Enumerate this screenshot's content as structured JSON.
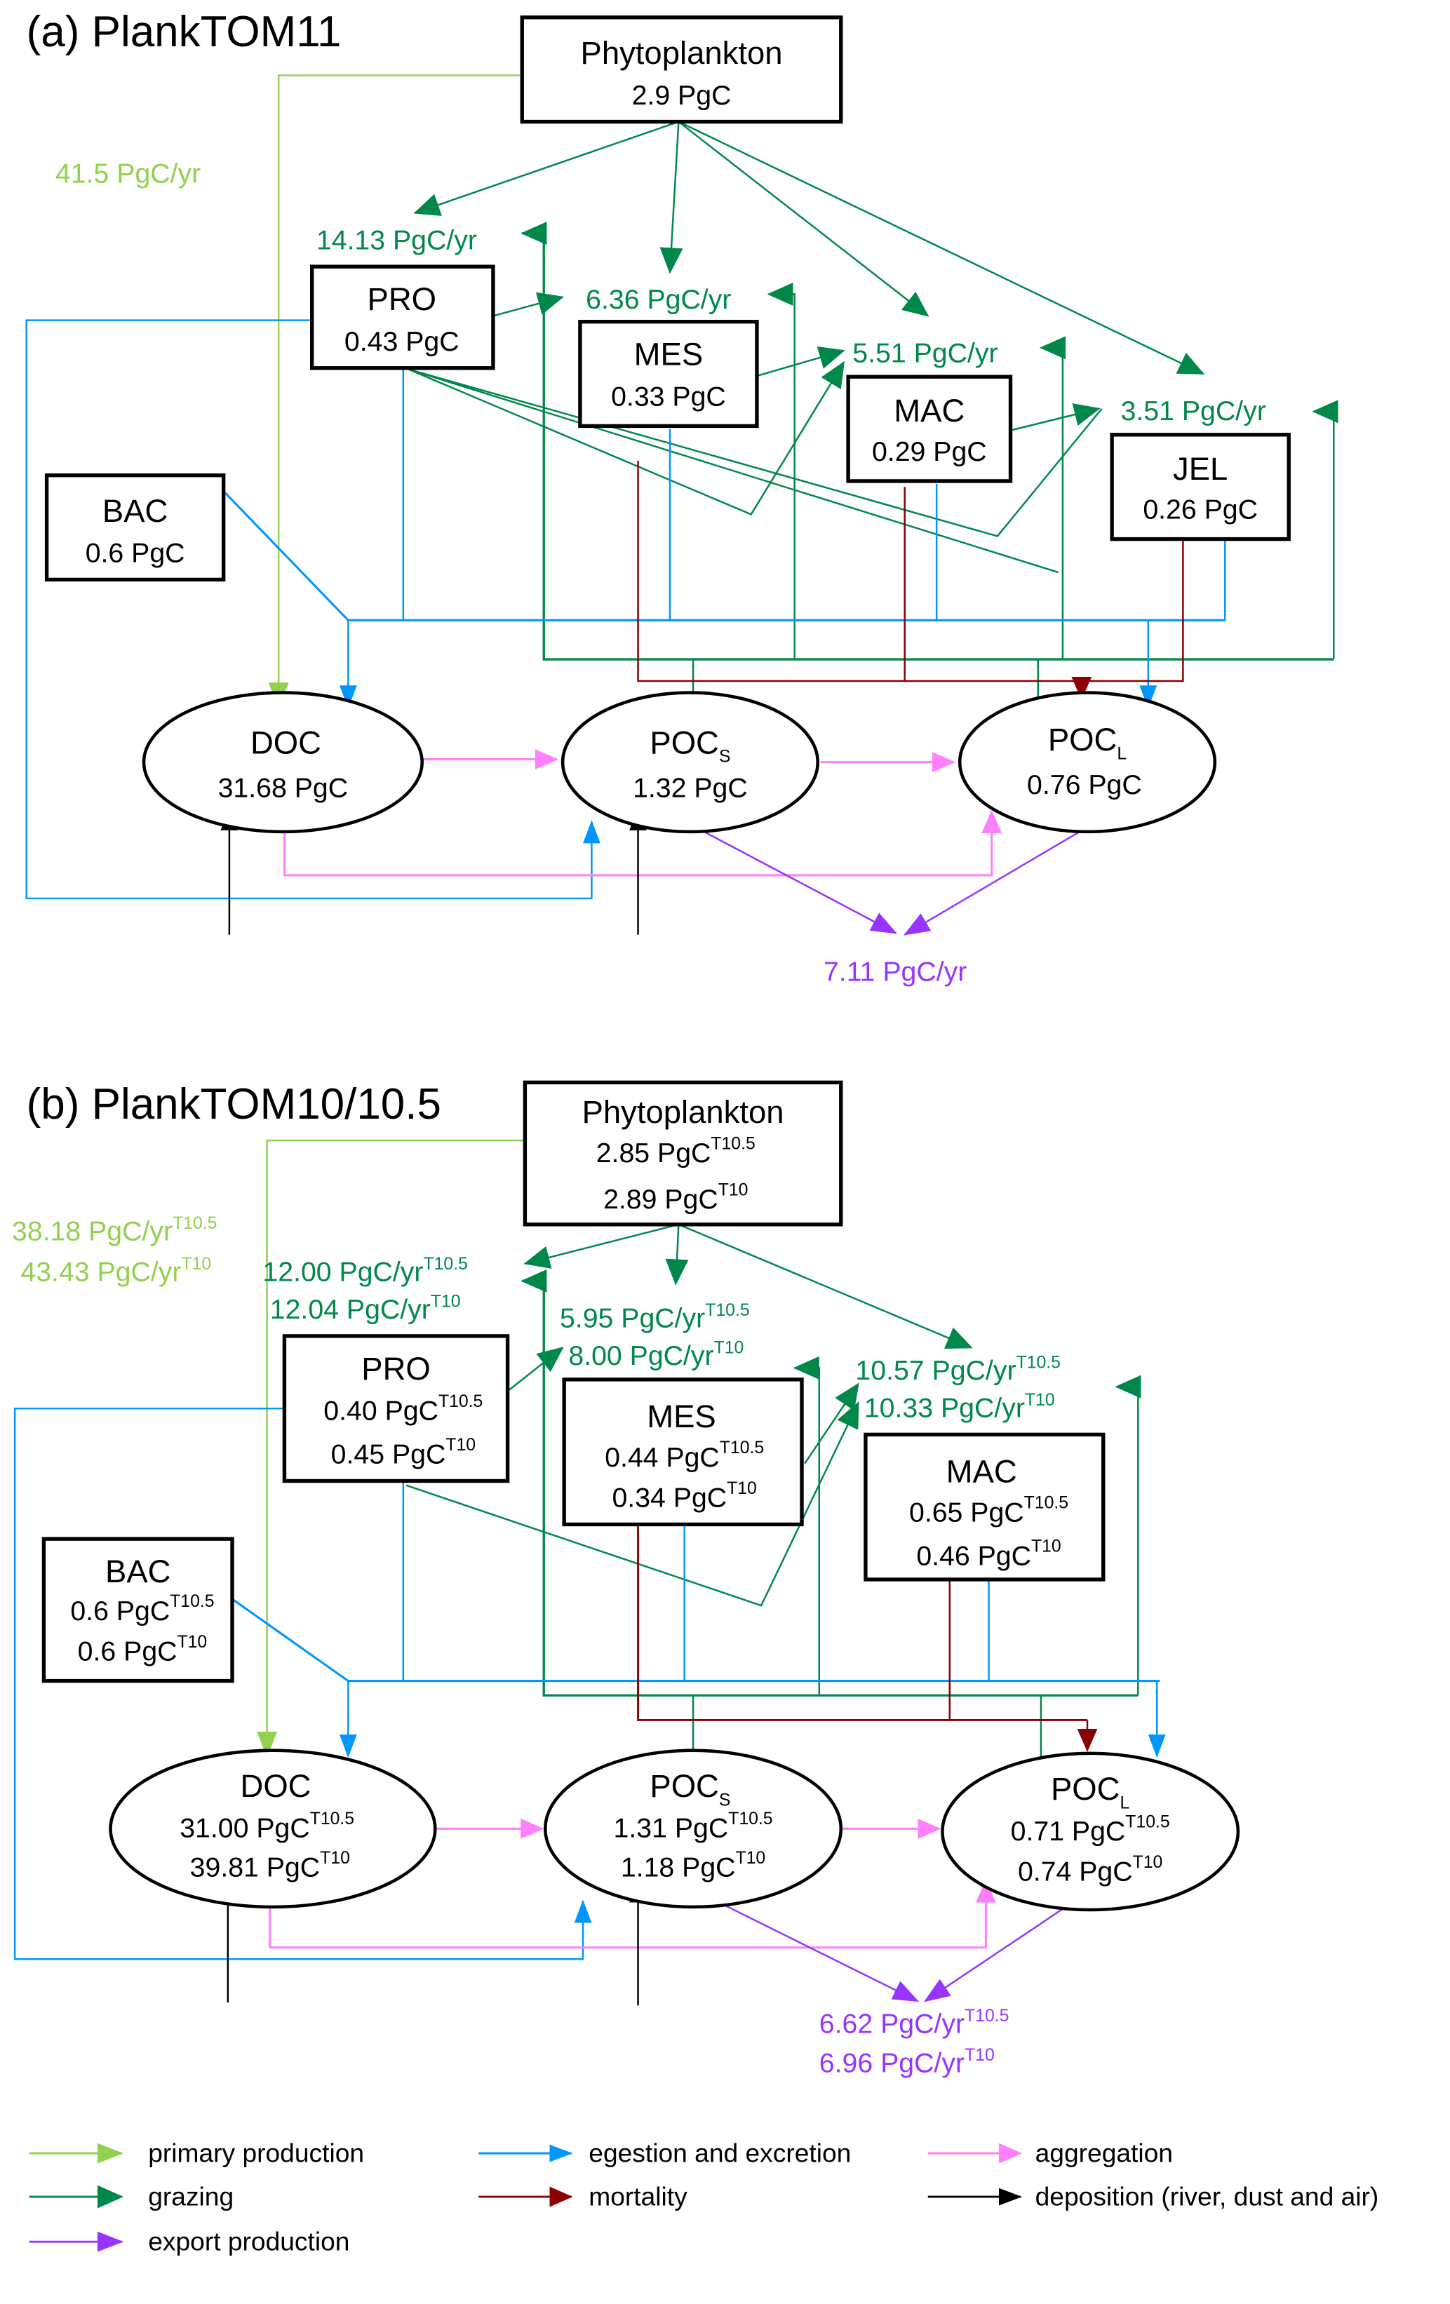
{
  "colors": {
    "primary_production": "#92d050",
    "grazing": "#00884a",
    "export_production": "#9933ff",
    "egestion": "#0096ff",
    "mortality": "#8b0000",
    "aggregation": "#ff80ff",
    "deposition": "#000000"
  },
  "panel_a": {
    "title": "(a) PlankTOM11",
    "phyto": {
      "name": "Phytoplankton",
      "value": "2.9 PgC"
    },
    "pro": {
      "name": "PRO",
      "value": "0.43 PgC"
    },
    "mes": {
      "name": "MES",
      "value": "0.33 PgC"
    },
    "mac": {
      "name": "MAC",
      "value": "0.29 PgC"
    },
    "jel": {
      "name": "JEL",
      "value": "0.26 PgC"
    },
    "bac": {
      "name": "BAC",
      "value": "0.6 PgC"
    },
    "doc": {
      "name": "DOC",
      "value": "31.68 PgC"
    },
    "pocs": {
      "name": "POC",
      "sub": "S",
      "value": "1.32 PgC"
    },
    "pocl": {
      "name": "POC",
      "sub": "L",
      "value": "0.76 PgC"
    },
    "flows": {
      "primary_production": "41.5 PgC/yr",
      "grazing_pro": "14.13 PgC/yr",
      "grazing_mes": "6.36 PgC/yr",
      "grazing_mac": "5.51 PgC/yr",
      "grazing_jel": "3.51 PgC/yr",
      "export": "7.11 PgC/yr"
    }
  },
  "panel_b": {
    "title": "(b) PlankTOM10/10.5",
    "sup_t105": "T10.5",
    "sup_t10": "T10",
    "phyto": {
      "name": "Phytoplankton",
      "v1": "2.85 PgC",
      "v2": "2.89 PgC"
    },
    "pro": {
      "name": "PRO",
      "v1": "0.40 PgC",
      "v2": "0.45 PgC"
    },
    "mes": {
      "name": "MES",
      "v1": "0.44 PgC",
      "v2": "0.34 PgC"
    },
    "mac": {
      "name": "MAC",
      "v1": "0.65 PgC",
      "v2": "0.46 PgC"
    },
    "bac": {
      "name": "BAC",
      "v1": "0.6 PgC",
      "v2": "0.6 PgC"
    },
    "doc": {
      "name": "DOC",
      "v1": "31.00 PgC",
      "v2": "39.81 PgC"
    },
    "pocs": {
      "name": "POC",
      "sub": "S",
      "v1": "1.31 PgC",
      "v2": "1.18 PgC"
    },
    "pocl": {
      "name": "POC",
      "sub": "L",
      "v1": "0.71 PgC",
      "v2": "0.74 PgC"
    },
    "flows": {
      "primary_production": {
        "v1": "38.18 PgC/yr",
        "v2": "43.43 PgC/yr"
      },
      "grazing_pro": {
        "v1": "12.00 PgC/yr",
        "v2": "12.04 PgC/yr"
      },
      "grazing_mes": {
        "v1": "5.95 PgC/yr",
        "v2": "8.00 PgC/yr"
      },
      "grazing_mac": {
        "v1": "10.57 PgC/yr",
        "v2": "10.33 PgC/yr"
      },
      "export": {
        "v1": "6.62 PgC/yr",
        "v2": "6.96 PgC/yr"
      }
    }
  },
  "legend": [
    {
      "key": "primary_production",
      "label": "primary production"
    },
    {
      "key": "grazing",
      "label": "grazing"
    },
    {
      "key": "export_production",
      "label": "export production"
    },
    {
      "key": "egestion",
      "label": "egestion and excretion"
    },
    {
      "key": "mortality",
      "label": "mortality"
    },
    {
      "key": "aggregation",
      "label": "aggregation"
    },
    {
      "key": "deposition",
      "label": "deposition (river, dust and air)"
    }
  ]
}
